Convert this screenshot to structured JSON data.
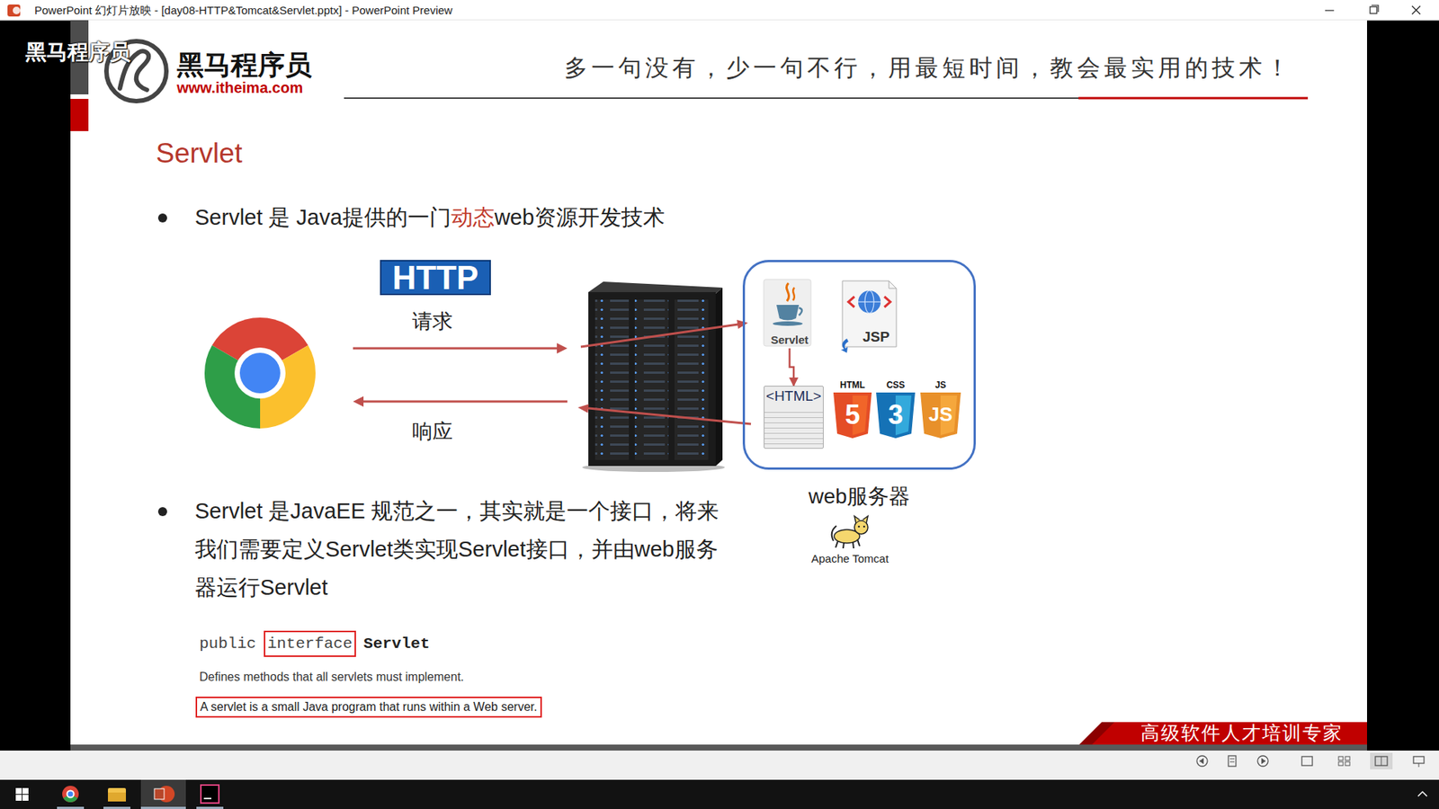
{
  "diagram": {
    "title": "Servlet",
    "nodes": [
      {
        "text": [
          "web服务器"
        ]
      },
      {
        "text": [
          "Servlet"
        ],
        "in": 0
      },
      {
        "text": [
          "JSP"
        ],
        "in": 0
      },
      {
        "text": [
          "<HTML>"
        ],
        "in": 0
      }
    ],
    "edges": [
      {
        "from": 1,
        "to": 3,
        "arrow": "to"
      }
    ],
    "labels": [
      "PowerPoint 幻灯片放映 - [day08-HTTP&Tomcat&Servlet.pptx] - PowerPoint Preview",
      "黑马程序员",
      "黑马程序员",
      "www.itheima.com",
      "多一句没有，少一句不行，用最短时间，教会最实用的技术！",
      "Servlet 是 Java提供的一门",
      "动态",
      "web资源开发技术",
      "HTTP",
      "请求",
      "响应",
      "HTML",
      "5",
      "CSS",
      "3",
      "JS",
      "JS",
      "Apache Tomcat",
      "Servlet 是JavaEE 规范之一，其实就是一个接口，将来我们需要定义Servlet类实现Servlet接口，并由web服务器运行Servlet",
      "public",
      "interface",
      "Servlet",
      "Defines methods that all servlets must implement.",
      "A servlet is a small Java program that runs within a Web server.",
      "高级软件人才培训专家"
    ]
  }
}
